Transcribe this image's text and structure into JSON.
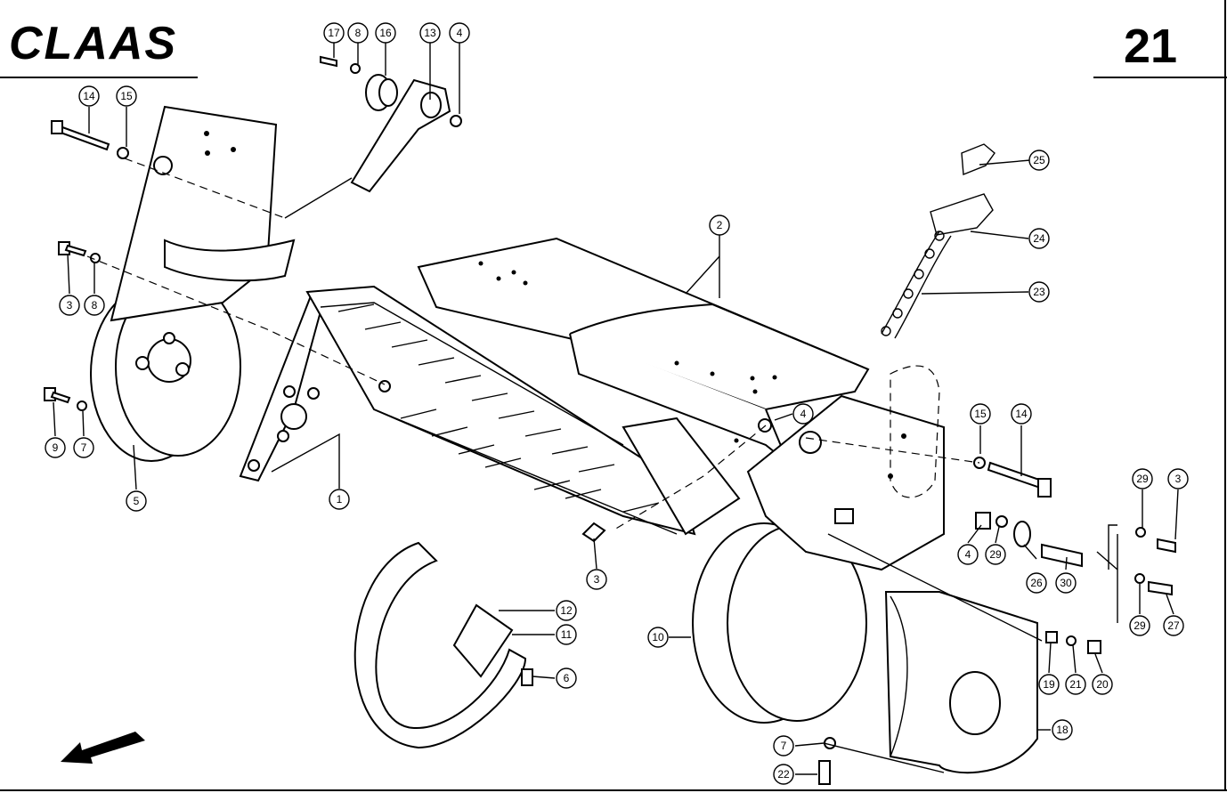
{
  "header": {
    "brand": "CLAAS",
    "page_number": "21"
  },
  "callouts": [
    {
      "id": "c17a",
      "label": "17"
    },
    {
      "id": "c8a",
      "label": "8"
    },
    {
      "id": "c16",
      "label": "16"
    },
    {
      "id": "c13",
      "label": "13"
    },
    {
      "id": "c4a",
      "label": "4"
    },
    {
      "id": "c14a",
      "label": "14"
    },
    {
      "id": "c15a",
      "label": "15"
    },
    {
      "id": "c3a",
      "label": "3"
    },
    {
      "id": "c8b",
      "label": "8"
    },
    {
      "id": "c9",
      "label": "9"
    },
    {
      "id": "c7a",
      "label": "7"
    },
    {
      "id": "c5",
      "label": "5"
    },
    {
      "id": "c1",
      "label": "1"
    },
    {
      "id": "c2",
      "label": "2"
    },
    {
      "id": "c25",
      "label": "25"
    },
    {
      "id": "c24",
      "label": "24"
    },
    {
      "id": "c23",
      "label": "23"
    },
    {
      "id": "c4b",
      "label": "4"
    },
    {
      "id": "c15b",
      "label": "15"
    },
    {
      "id": "c14b",
      "label": "14"
    },
    {
      "id": "c29a",
      "label": "29"
    },
    {
      "id": "c3b",
      "label": "3"
    },
    {
      "id": "c4c",
      "label": "4"
    },
    {
      "id": "c29b",
      "label": "29"
    },
    {
      "id": "c26",
      "label": "26"
    },
    {
      "id": "c30",
      "label": "30"
    },
    {
      "id": "c29c",
      "label": "29"
    },
    {
      "id": "c27",
      "label": "27"
    },
    {
      "id": "c3c",
      "label": "3"
    },
    {
      "id": "c12",
      "label": "12"
    },
    {
      "id": "c11",
      "label": "11"
    },
    {
      "id": "c6",
      "label": "6"
    },
    {
      "id": "c10",
      "label": "10"
    },
    {
      "id": "c19",
      "label": "19"
    },
    {
      "id": "c21",
      "label": "21"
    },
    {
      "id": "c20",
      "label": "20"
    },
    {
      "id": "c18",
      "label": "18"
    },
    {
      "id": "c7b",
      "label": "7"
    },
    {
      "id": "c22",
      "label": "22"
    }
  ],
  "icons": {
    "direction_arrow": "arrow-down-left-icon"
  }
}
